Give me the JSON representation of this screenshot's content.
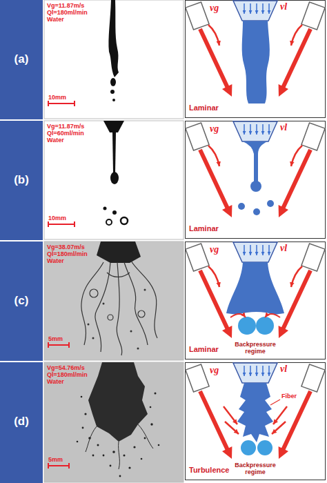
{
  "diagram": {
    "labels": [
      "(a)",
      "Vg=11.87m/s",
      "Ql=180ml/min",
      "Water",
      "10mm",
      "vg",
      "vl",
      "Laminar",
      "(b)",
      "Vg=11.87m/s",
      "Ql=60ml/min",
      "Water",
      "10mm",
      "vg",
      "vl",
      "Laminar",
      "(c)",
      "Vg=38.07m/s",
      "Ql=180ml/min",
      "Water",
      "5mm",
      "vg",
      "vl",
      "Laminar",
      "Backpressure regime",
      "(d)",
      "Vg=54.76m/s",
      "Ql=180ml/min",
      "Water",
      "5mm",
      "vg",
      "vl",
      "Fiber",
      "Turbulence",
      "Backpressure regime"
    ]
  }
}
